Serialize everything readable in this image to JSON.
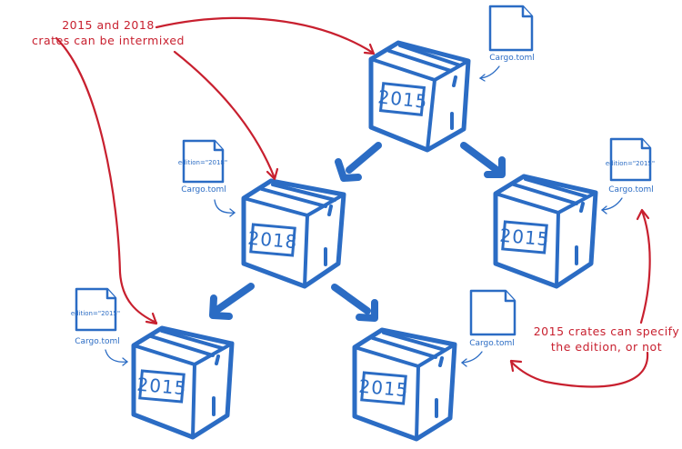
{
  "crates": [
    {
      "id": "top",
      "label": "2015",
      "manifest_caption": "Cargo.toml",
      "manifest_edition_text": ""
    },
    {
      "id": "middle-left",
      "label": "2018",
      "manifest_caption": "Cargo.toml",
      "manifest_edition_text": "edition=\"2018\""
    },
    {
      "id": "middle-right",
      "label": "2015",
      "manifest_caption": "Cargo.toml",
      "manifest_edition_text": "edition=\"2015\""
    },
    {
      "id": "bottom-left",
      "label": "2015",
      "manifest_caption": "Cargo.toml",
      "manifest_edition_text": "edition=\"2015\""
    },
    {
      "id": "bottom-middle",
      "label": "2015",
      "manifest_caption": "Cargo.toml",
      "manifest_edition_text": ""
    }
  ],
  "dependencies": [
    {
      "from": "top",
      "to": "middle-left"
    },
    {
      "from": "top",
      "to": "middle-right"
    },
    {
      "from": "middle-left",
      "to": "bottom-left"
    },
    {
      "from": "middle-left",
      "to": "bottom-middle"
    }
  ],
  "annotations": {
    "intermixed": {
      "line1": "2015 and 2018",
      "line2": "crates can be intermixed"
    },
    "specify_edition": {
      "line1": "2015 crates can specify",
      "line2": "the edition, or not"
    }
  },
  "colors": {
    "crate_blue": "#2b6cc4",
    "annotation_red": "#c8202f"
  }
}
